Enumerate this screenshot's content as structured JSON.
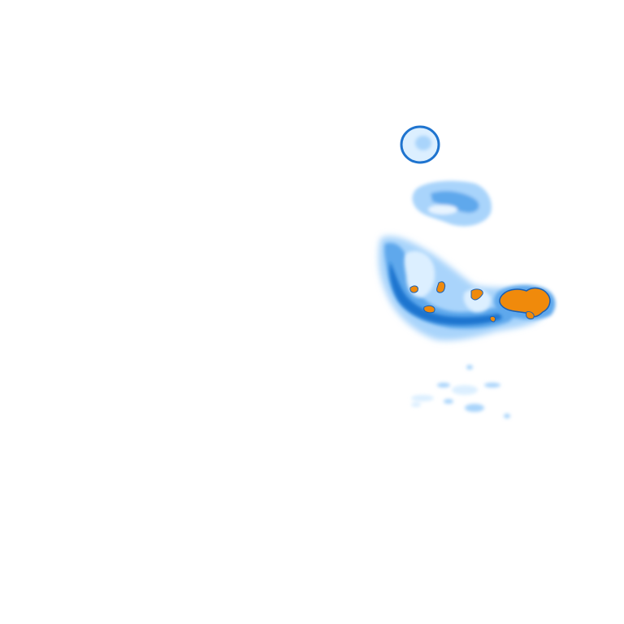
{
  "map": {
    "type": "precipitation-radar-tile",
    "background": "#ffffff",
    "legend_colors": {
      "very_light": "#dcefff",
      "light": "#a9d4fb",
      "moderate": "#5fa8ec",
      "heavy": "#1f74cf",
      "very_heavy": "#f08a0b",
      "heavy_edge": "#1a5fb3"
    },
    "cells": [
      {
        "name": "north-round-cell",
        "intensity": "moderate-ring"
      },
      {
        "name": "upper-band-cell",
        "intensity": "light"
      },
      {
        "name": "main-band-cell",
        "intensity": "heavy"
      },
      {
        "name": "east-core-cell",
        "intensity": "very_heavy"
      },
      {
        "name": "southern-scatter-cell",
        "intensity": "very_light"
      }
    ]
  }
}
